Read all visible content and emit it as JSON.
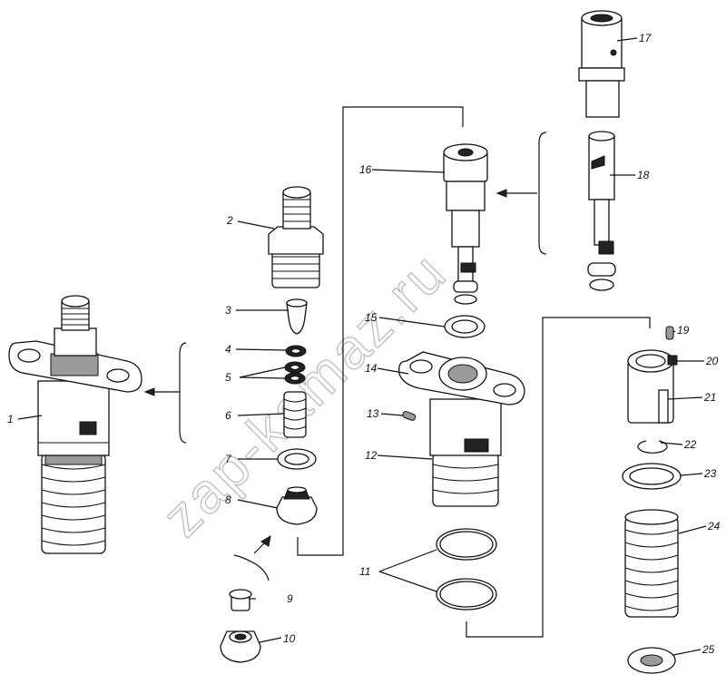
{
  "watermark": "zap-kamaz.ru",
  "labels": [
    "1",
    "2",
    "3",
    "4",
    "5",
    "6",
    "7",
    "8",
    "9",
    "10",
    "11",
    "12",
    "13",
    "14",
    "15",
    "16",
    "17",
    "18",
    "19",
    "20",
    "21",
    "22",
    "23",
    "24",
    "25"
  ]
}
